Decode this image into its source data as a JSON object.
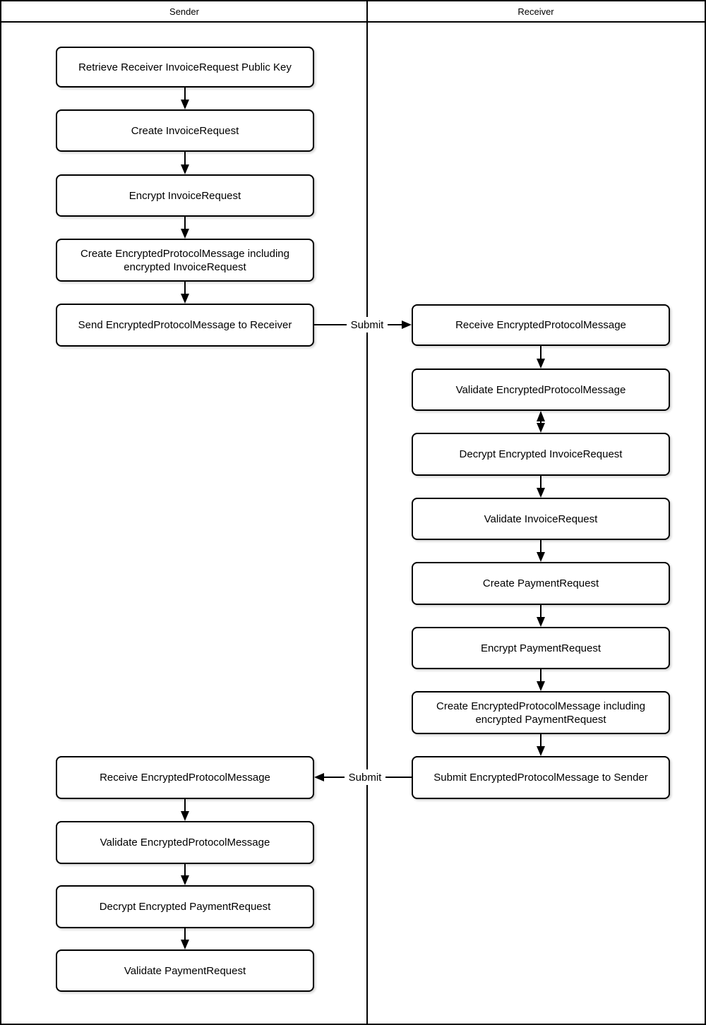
{
  "diagram": {
    "type": "swimlane-flowchart",
    "colors": {
      "stroke": "#000000",
      "background": "#ffffff",
      "text": "#000000"
    },
    "lanes": [
      {
        "title": "Sender"
      },
      {
        "title": "Receiver"
      }
    ],
    "nodes": [
      {
        "id": "retrieve-receiver-invoicerequest-public-key",
        "lane": "Sender",
        "label": "Retrieve Receiver InvoiceRequest Public Key"
      },
      {
        "id": "create-invoicerequest",
        "lane": "Sender",
        "label": "Create InvoiceRequest"
      },
      {
        "id": "encrypt-invoicerequest",
        "lane": "Sender",
        "label": "Encrypt InvoiceRequest"
      },
      {
        "id": "create-encryptedprotocolmessage-including-encrypted-invoicerequest",
        "lane": "Sender",
        "label": "Create EncryptedProtocolMessage including encrypted InvoiceRequest"
      },
      {
        "id": "send-encryptedprotocolmessage-to-receiver",
        "lane": "Sender",
        "label": "Send EncryptedProtocolMessage to Receiver"
      },
      {
        "id": "receive-encryptedprotocolmessage-sender",
        "lane": "Sender",
        "label": "Receive EncryptedProtocolMessage"
      },
      {
        "id": "validate-encryptedprotocolmessage-sender",
        "lane": "Sender",
        "label": "Validate EncryptedProtocolMessage"
      },
      {
        "id": "decrypt-encrypted-paymentrequest",
        "lane": "Sender",
        "label": "Decrypt Encrypted PaymentRequest"
      },
      {
        "id": "validate-paymentrequest",
        "lane": "Sender",
        "label": "Validate PaymentRequest"
      },
      {
        "id": "receive-encryptedprotocolmessage-receiver",
        "lane": "Receiver",
        "label": "Receive EncryptedProtocolMessage"
      },
      {
        "id": "validate-encryptedprotocolmessage-receiver",
        "lane": "Receiver",
        "label": "Validate EncryptedProtocolMessage"
      },
      {
        "id": "decrypt-encrypted-invoicerequest",
        "lane": "Receiver",
        "label": "Decrypt Encrypted InvoiceRequest"
      },
      {
        "id": "validate-invoicerequest",
        "lane": "Receiver",
        "label": "Validate InvoiceRequest"
      },
      {
        "id": "create-paymentrequest",
        "lane": "Receiver",
        "label": "Create PaymentRequest"
      },
      {
        "id": "encrypt-paymentrequest",
        "lane": "Receiver",
        "label": "Encrypt PaymentRequest"
      },
      {
        "id": "create-encryptedprotocolmessage-including-encrypted-paymentrequest",
        "lane": "Receiver",
        "label": "Create EncryptedProtocolMessage including encrypted PaymentRequest"
      },
      {
        "id": "submit-encryptedprotocolmessage-to-sender",
        "lane": "Receiver",
        "label": "Submit EncryptedProtocolMessage to Sender"
      }
    ],
    "edges": [
      {
        "from": "retrieve-receiver-invoicerequest-public-key",
        "to": "create-invoicerequest",
        "type": "arrow"
      },
      {
        "from": "create-invoicerequest",
        "to": "encrypt-invoicerequest",
        "type": "arrow"
      },
      {
        "from": "encrypt-invoicerequest",
        "to": "create-encryptedprotocolmessage-including-encrypted-invoicerequest",
        "type": "arrow"
      },
      {
        "from": "create-encryptedprotocolmessage-including-encrypted-invoicerequest",
        "to": "send-encryptedprotocolmessage-to-receiver",
        "type": "arrow"
      },
      {
        "from": "send-encryptedprotocolmessage-to-receiver",
        "to": "receive-encryptedprotocolmessage-receiver",
        "type": "arrow",
        "label": "Submit"
      },
      {
        "from": "receive-encryptedprotocolmessage-receiver",
        "to": "validate-encryptedprotocolmessage-receiver",
        "type": "arrow"
      },
      {
        "from": "validate-encryptedprotocolmessage-receiver",
        "to": "decrypt-encrypted-invoicerequest",
        "type": "double-arrow"
      },
      {
        "from": "decrypt-encrypted-invoicerequest",
        "to": "validate-invoicerequest",
        "type": "arrow"
      },
      {
        "from": "validate-invoicerequest",
        "to": "create-paymentrequest",
        "type": "arrow"
      },
      {
        "from": "create-paymentrequest",
        "to": "encrypt-paymentrequest",
        "type": "arrow"
      },
      {
        "from": "encrypt-paymentrequest",
        "to": "create-encryptedprotocolmessage-including-encrypted-paymentrequest",
        "type": "arrow"
      },
      {
        "from": "create-encryptedprotocolmessage-including-encrypted-paymentrequest",
        "to": "submit-encryptedprotocolmessage-to-sender",
        "type": "arrow"
      },
      {
        "from": "submit-encryptedprotocolmessage-to-sender",
        "to": "receive-encryptedprotocolmessage-sender",
        "type": "arrow",
        "label": "Submit"
      },
      {
        "from": "receive-encryptedprotocolmessage-sender",
        "to": "validate-encryptedprotocolmessage-sender",
        "type": "arrow"
      },
      {
        "from": "validate-encryptedprotocolmessage-sender",
        "to": "decrypt-encrypted-paymentrequest",
        "type": "arrow"
      },
      {
        "from": "decrypt-encrypted-paymentrequest",
        "to": "validate-paymentrequest",
        "type": "arrow"
      }
    ]
  }
}
